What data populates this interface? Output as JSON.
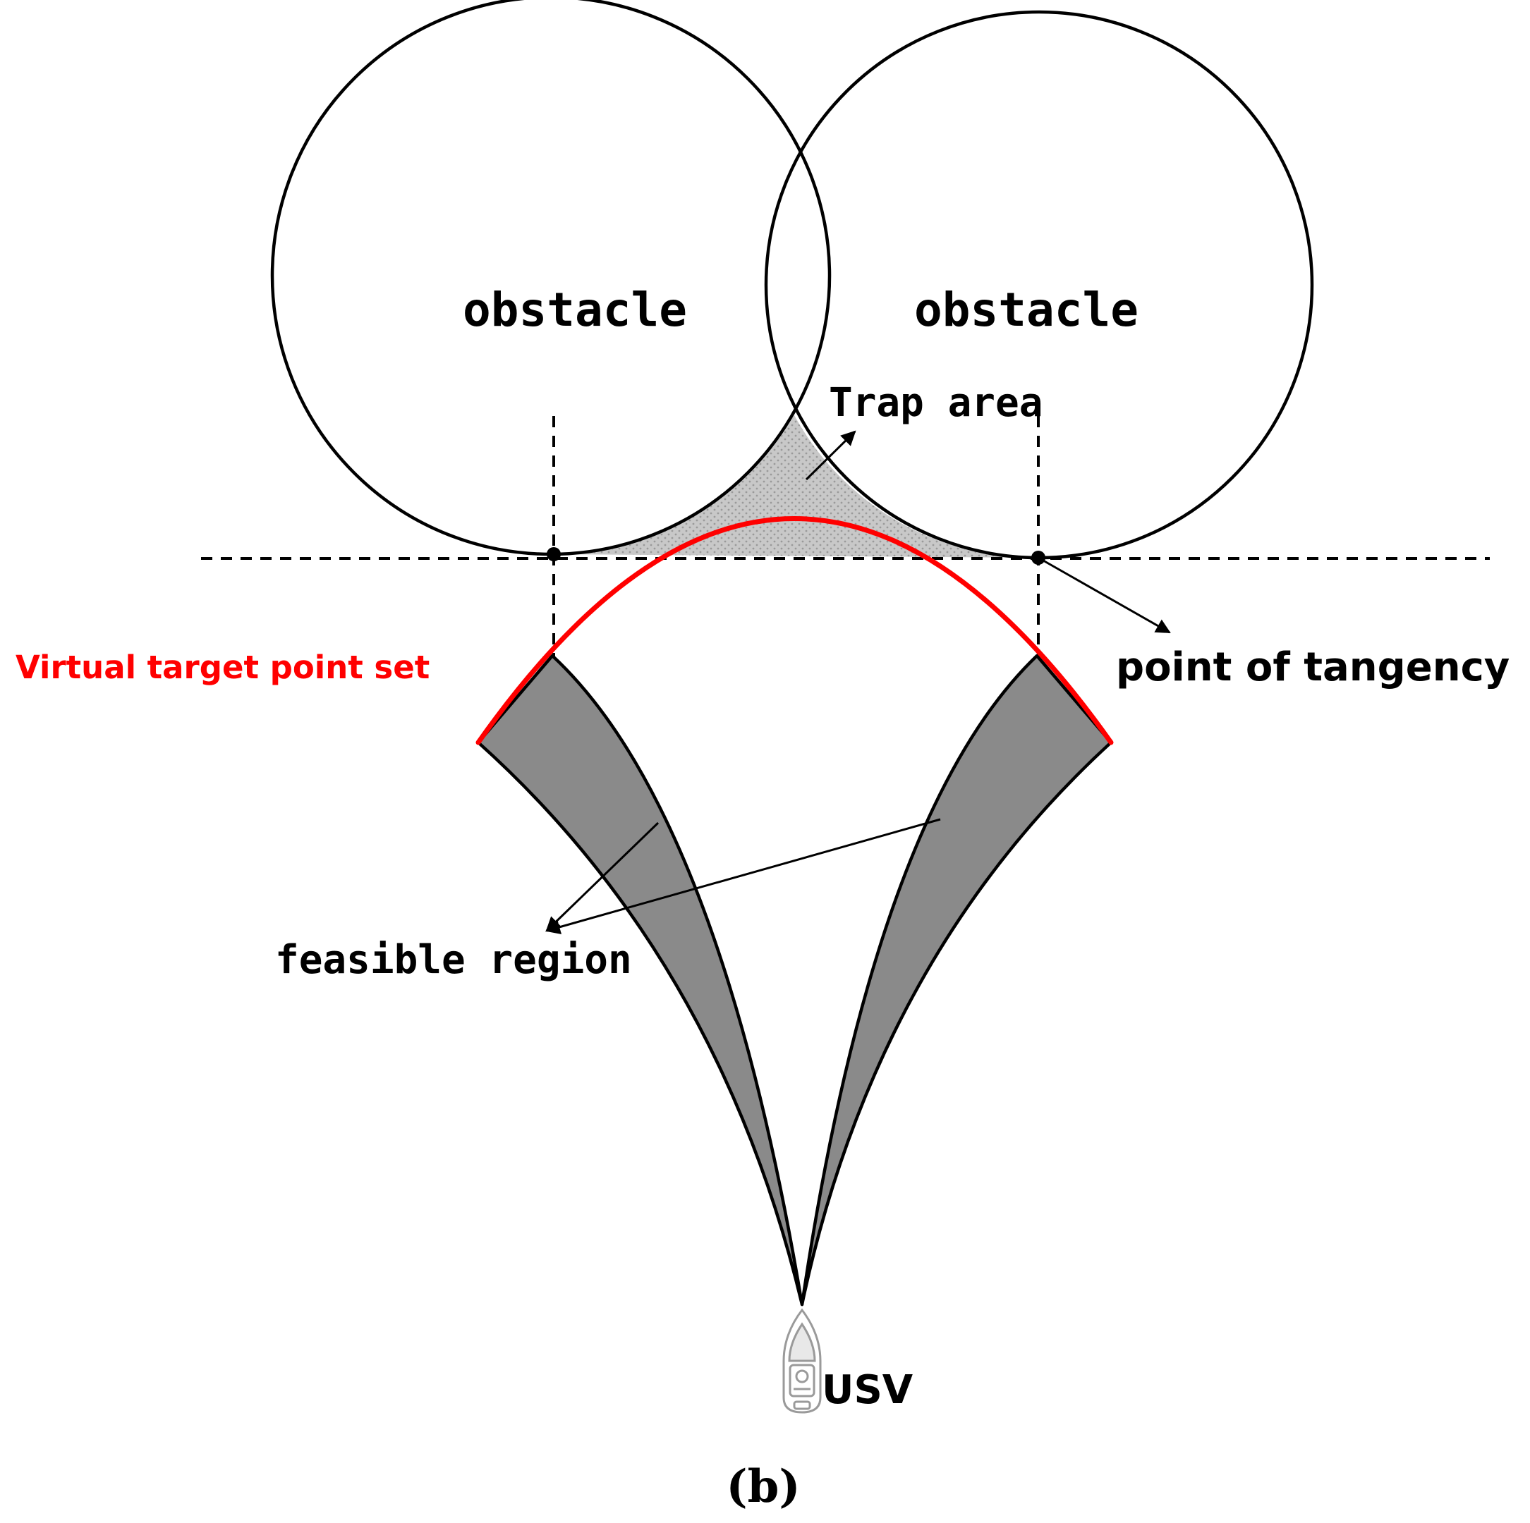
{
  "labels": {
    "obstacle_left": "obstacle",
    "obstacle_right": "obstacle",
    "trap_area": "Trap area",
    "point_of_tangency": "point of tangency",
    "virtual_target_point_set": "Virtual target point set",
    "feasible_region": "feasible region",
    "usv": "USV",
    "caption": "(b)"
  },
  "colors": {
    "virtual_target_arc": "#ff0000",
    "feasible_region_fill": "#8a8a8a",
    "trap_area_fill": "#c8c8c8",
    "outline": "#000000"
  },
  "icons": {
    "usv": "boat-icon"
  }
}
